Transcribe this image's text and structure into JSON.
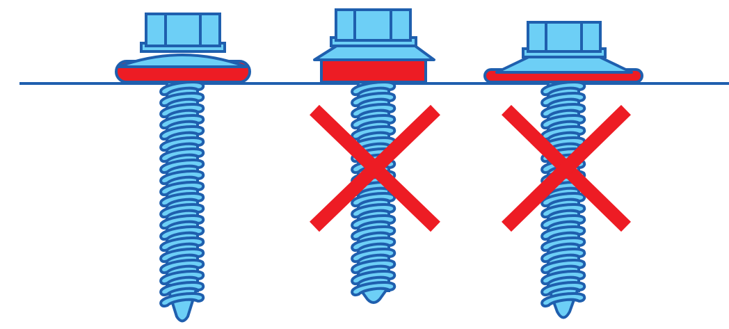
{
  "colors": {
    "background": "#ffffff",
    "outline": "#1f5fae",
    "screw_fill": "#6dcff6",
    "thread_fill": "#6dcff6",
    "washer_seal": "#ed1c24",
    "cross_mark": "#ed1c24",
    "surface_line": "#1f5fae"
  },
  "diagram": {
    "surface": {
      "icon": "surface-line"
    },
    "screws": [
      {
        "id": "screw-1",
        "variant": "correctly-tightened",
        "washer": "rounded-seal",
        "marked_wrong": false
      },
      {
        "id": "screw-2",
        "variant": "under-tightened",
        "washer": "thick-rectangular-seal",
        "marked_wrong": true
      },
      {
        "id": "screw-3",
        "variant": "over-tightened",
        "washer": "flattened-seal",
        "marked_wrong": true
      }
    ],
    "mark_icon": "cross-icon"
  }
}
